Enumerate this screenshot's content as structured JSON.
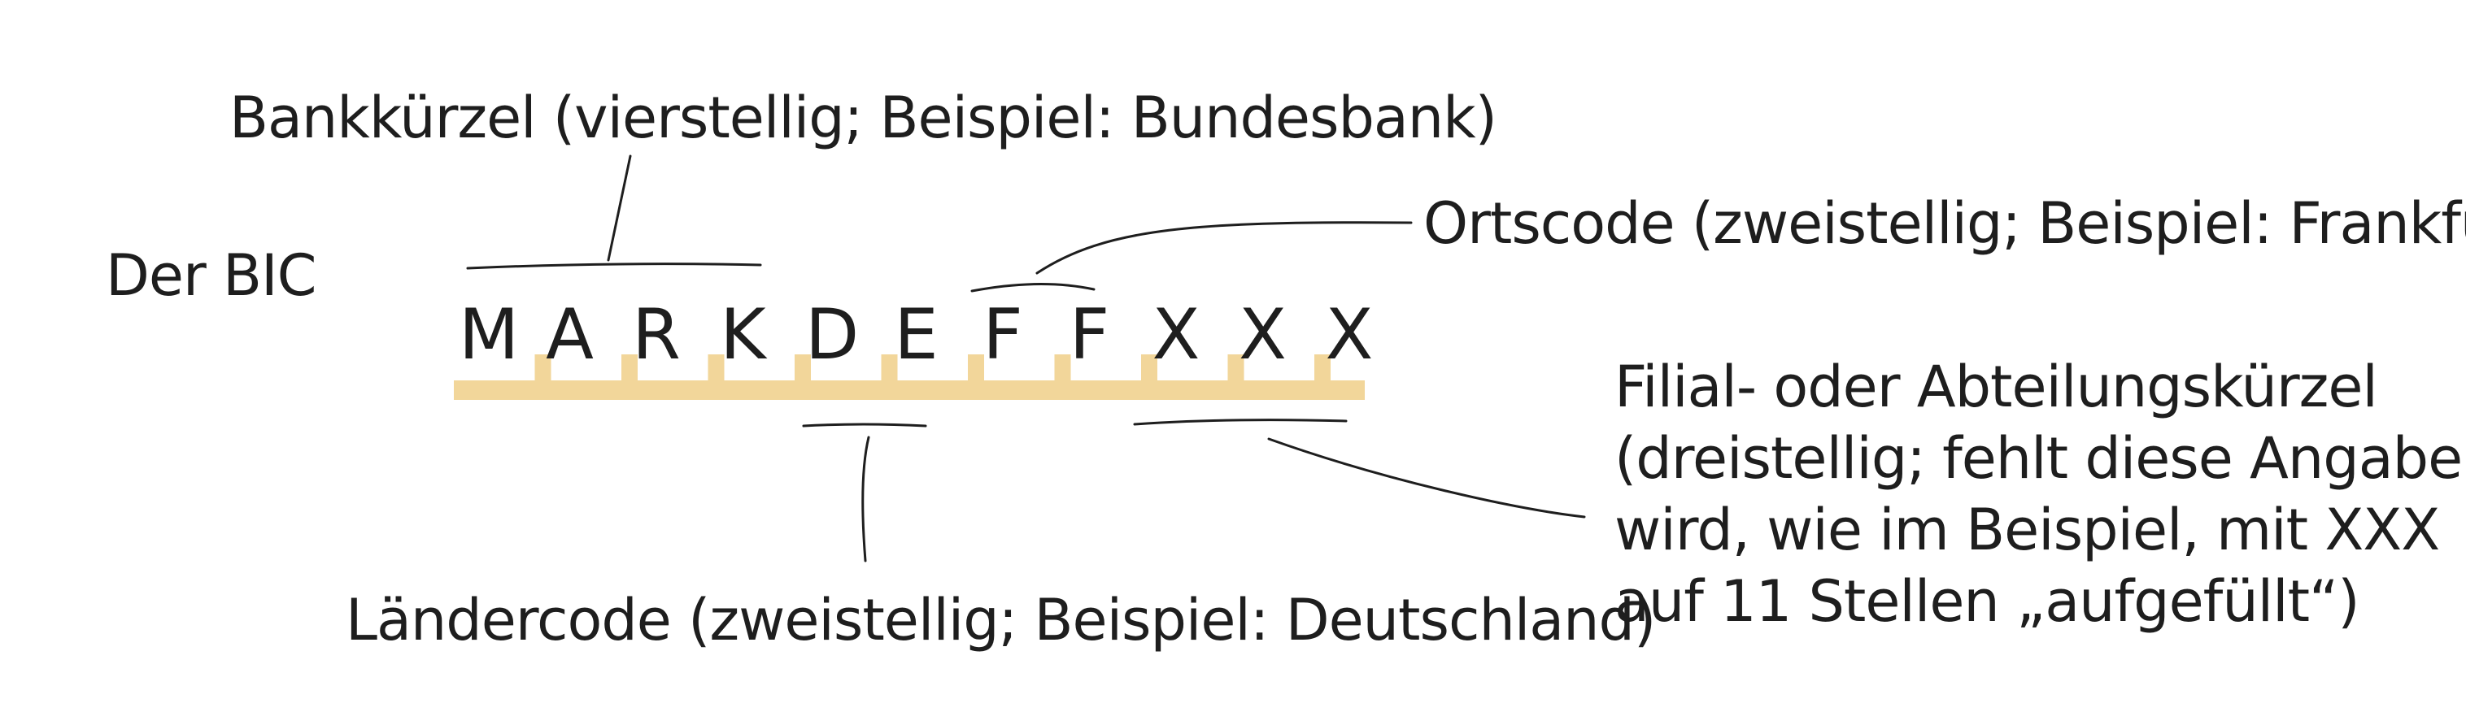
{
  "diagram": {
    "title": "Der BIC",
    "bic_characters": [
      "M",
      "A",
      "R",
      "K",
      "D",
      "E",
      "F",
      "F",
      "X",
      "X",
      "X"
    ],
    "labels": {
      "bank_code": "Bankkürzel (vierstellig; Beispiel: Bundesbank)",
      "location_code": "Ortscode (zweistellig; Beispiel: Frankfurt)",
      "country_code": "Ländercode (zweistellig; Beispiel: Deutschland)",
      "branch_code": [
        "Filial- oder Abteilungskürzel",
        "(dreistellig; fehlt diese Angabe,",
        "wird, wie im Beispiel, mit XXX",
        "auf 11 Stellen „aufgefüllt“)"
      ]
    },
    "colors": {
      "ruler": "#f2d69a",
      "ink": "#1e1e1e"
    }
  }
}
